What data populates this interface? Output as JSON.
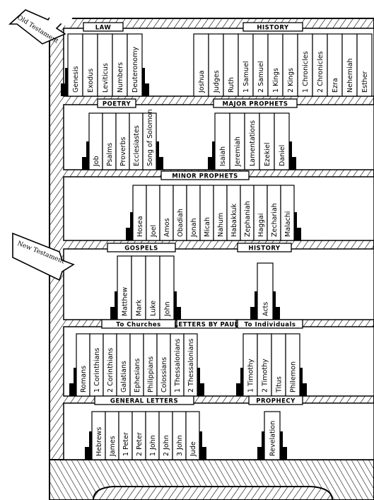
{
  "arrows": {
    "old_testament": "Old Testament",
    "new_testament": "New Testament"
  },
  "shelves": {
    "law": {
      "label": "LAW",
      "books": [
        "Genesis",
        "Exodus",
        "Leviticus",
        "Numbers",
        "Deuteronomy"
      ]
    },
    "history_ot": {
      "label": "HISTORY",
      "books": [
        "Joshua",
        "Judges",
        "Ruth",
        "1 Samuel",
        "2 Samuel",
        "1 Kings",
        "2 Kings",
        "1 Chronicles",
        "2 Chronicles",
        "Ezra",
        "Nehemiah",
        "Esther"
      ]
    },
    "poetry": {
      "label": "POETRY",
      "books": [
        "Job",
        "Psalms",
        "Proverbs",
        "Ecclesiastes",
        "Song of Solomon"
      ]
    },
    "major_prophets": {
      "label": "MAJOR PROPHETS",
      "books": [
        "Isaiah",
        "Jeremiah",
        "Lamentations",
        "Ezekiel",
        "Daniel"
      ]
    },
    "minor_prophets": {
      "label": "MINOR PROPHETS",
      "books": [
        "Hosea",
        "Joel",
        "Amos",
        "Obadiah",
        "Jonah",
        "Micah",
        "Nahum",
        "Habakkuk",
        "Zephaniah",
        "Haggai",
        "Zechariah",
        "Malachi"
      ]
    },
    "gospels": {
      "label": "GOSPELS",
      "books": [
        "Matthew",
        "Mark",
        "Luke",
        "John"
      ]
    },
    "history_nt": {
      "label": "HISTORY",
      "books": [
        "Acts"
      ]
    },
    "letters_by_paul": {
      "label": "LETTERS BY PAUL",
      "to_churches": "To Churches",
      "to_individuals": "To Individuals",
      "church_books": [
        "Romans",
        "1 Corinthians",
        "2 Corinthians",
        "Galatians",
        "Ephesians",
        "Philippians",
        "Colossians",
        "1 Thessalonians",
        "2 Thessalonians"
      ],
      "individual_books": [
        "1 Timothy",
        "2 Timothy",
        "Titus",
        "Philemon"
      ]
    },
    "general_letters": {
      "label": "GENERAL LETTERS",
      "books": [
        "Hebrews",
        "James",
        "1 Peter",
        "2 Peter",
        "1 John",
        "2 John",
        "3 John",
        "Jude"
      ]
    },
    "prophecy": {
      "label": "PROPHECY",
      "books": [
        "Revelation"
      ]
    }
  }
}
